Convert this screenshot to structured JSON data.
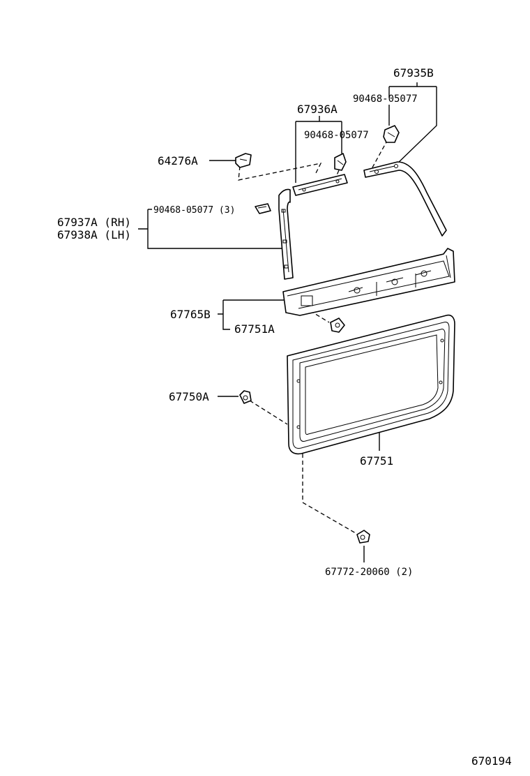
{
  "diagram": {
    "id": "670194",
    "labels": {
      "p67935B": "67935B",
      "p90468_top": "90468-05077",
      "p67936A": "67936A",
      "p90468_mid": "90468-05077",
      "p64276A": "64276A",
      "p90468_side": "90468-05077 (3)",
      "p67937A": "67937A (RH)",
      "p67938A": "67938A (LH)",
      "p67765B": "67765B",
      "p67751A": "67751A",
      "p67750A": "67750A",
      "p67751": "67751",
      "p67772": "67772-20060 (2)"
    }
  }
}
